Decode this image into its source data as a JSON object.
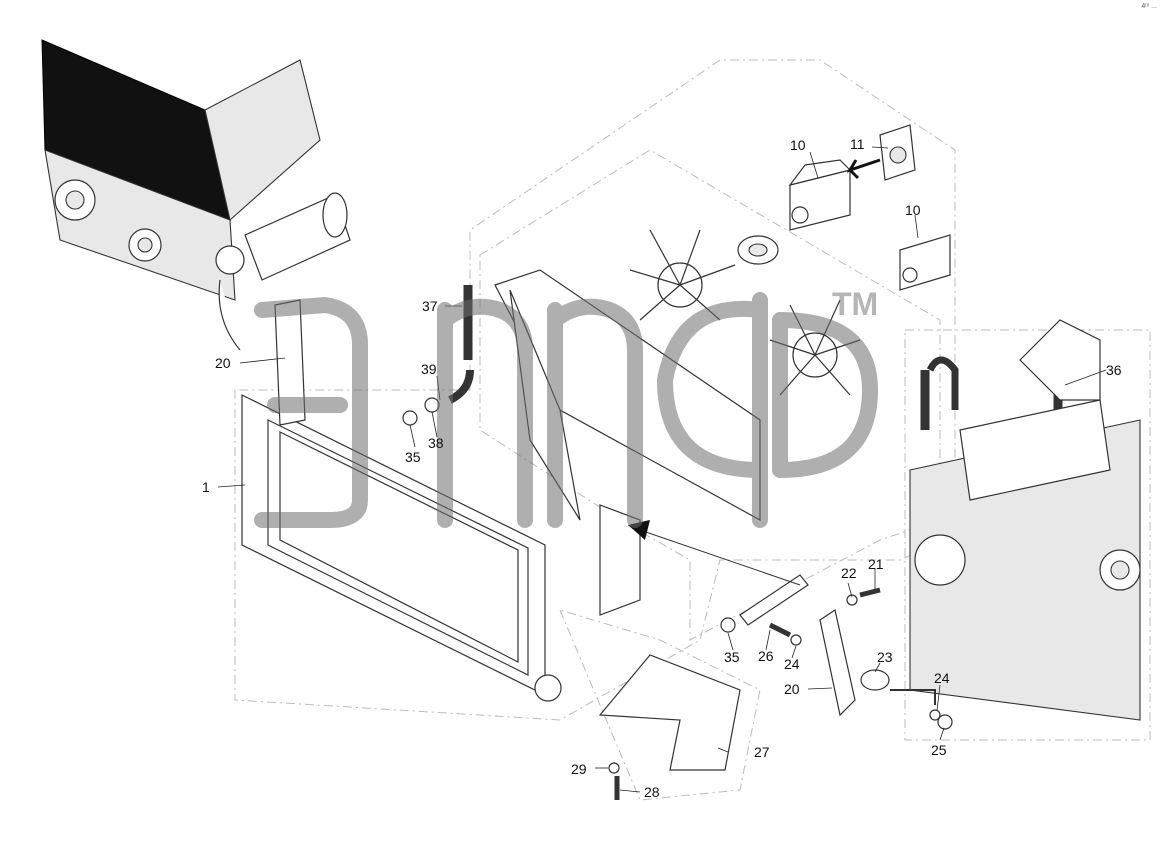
{
  "watermark": {
    "tm": "TM"
  },
  "corner_mark": "4ᵐ ...",
  "callouts": [
    {
      "id": "c1",
      "text": "1"
    },
    {
      "id": "c10a",
      "text": "10"
    },
    {
      "id": "c10b",
      "text": "10"
    },
    {
      "id": "c11",
      "text": "11"
    },
    {
      "id": "c20a",
      "text": "20"
    },
    {
      "id": "c20b",
      "text": "20"
    },
    {
      "id": "c21",
      "text": "21"
    },
    {
      "id": "c22",
      "text": "22"
    },
    {
      "id": "c23",
      "text": "23"
    },
    {
      "id": "c24a",
      "text": "24"
    },
    {
      "id": "c24b",
      "text": "24"
    },
    {
      "id": "c25",
      "text": "25"
    },
    {
      "id": "c26",
      "text": "26"
    },
    {
      "id": "c27",
      "text": "27"
    },
    {
      "id": "c28",
      "text": "28"
    },
    {
      "id": "c29",
      "text": "29"
    },
    {
      "id": "c35a",
      "text": "35"
    },
    {
      "id": "c35b",
      "text": "35"
    },
    {
      "id": "c36",
      "text": "36"
    },
    {
      "id": "c37",
      "text": "37"
    },
    {
      "id": "c38",
      "text": "38"
    },
    {
      "id": "c39",
      "text": "39"
    }
  ]
}
